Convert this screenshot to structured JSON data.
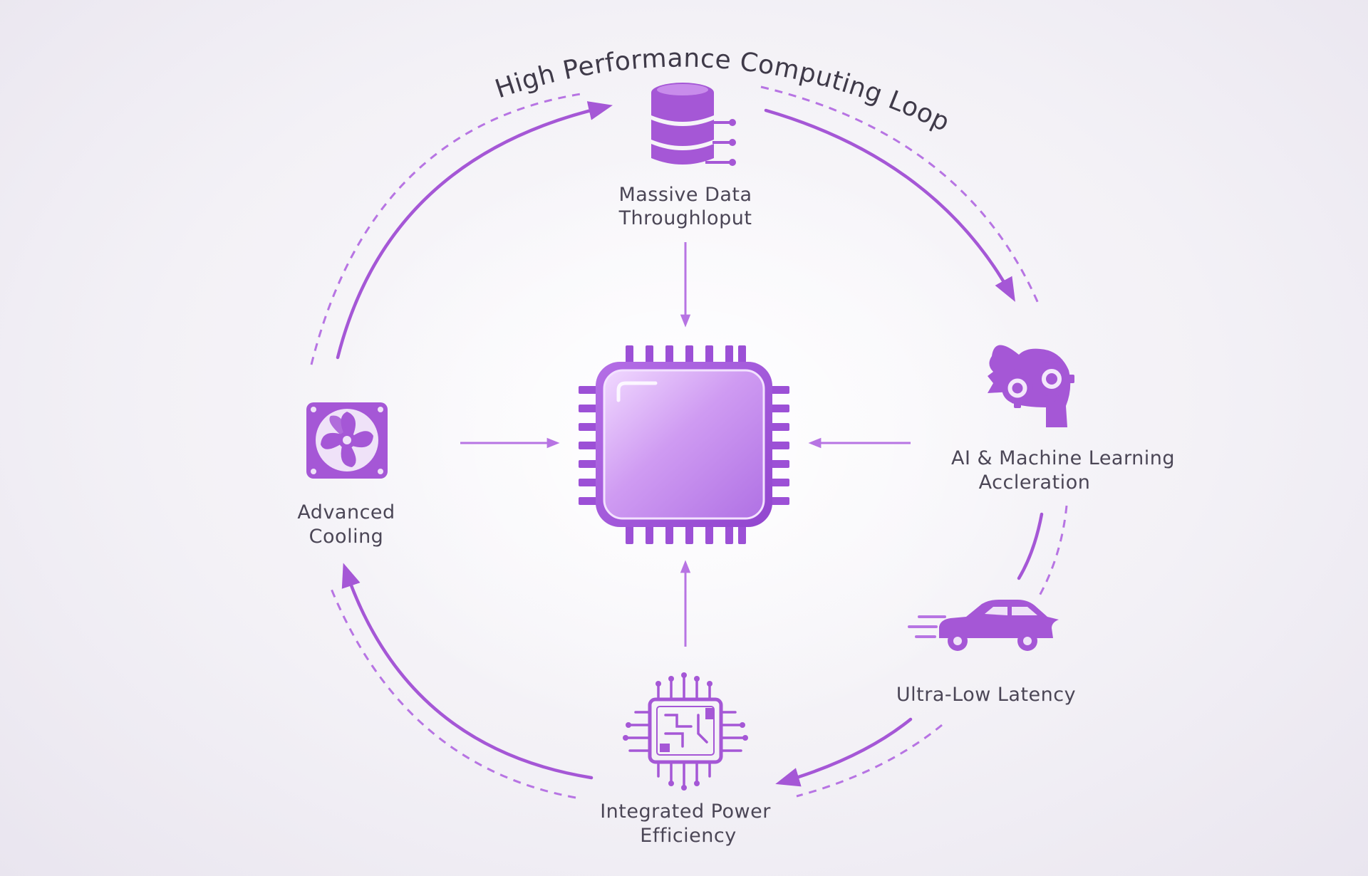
{
  "title": "High Performance Computing Loop",
  "center": {
    "icon": "processor-chip-icon"
  },
  "nodes": [
    {
      "id": "data",
      "label_line1": "Massive Data",
      "label_line2": "Throughloput",
      "icon": "database-icon"
    },
    {
      "id": "ai",
      "label_line1": "AI & Machine Learning",
      "label_line2": "Accleration",
      "icon": "head-gears-icon"
    },
    {
      "id": "latency",
      "label_line1": "Ultra-Low Latency",
      "icon": "fast-car-icon"
    },
    {
      "id": "power",
      "label_line1": "Integrated Power",
      "label_line2": "Efficiency",
      "icon": "circuit-chip-icon"
    },
    {
      "id": "cooling",
      "label_line1": "Advanced",
      "label_line2": "Cooling",
      "icon": "cooling-fan-icon"
    }
  ],
  "colors": {
    "accent": "#a557d6",
    "accent_dark": "#8e3fc6",
    "accent_light": "#d9b7f2",
    "text": "#4b4656"
  }
}
